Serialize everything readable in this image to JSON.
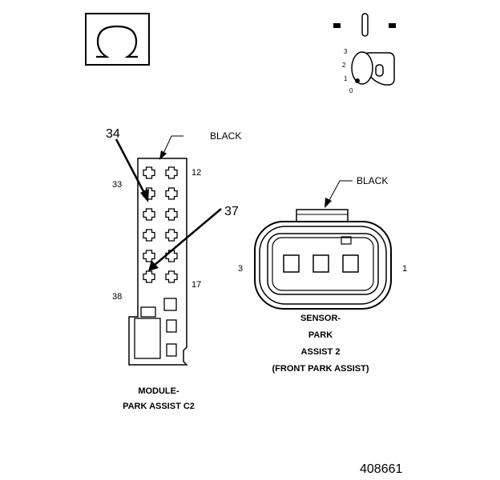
{
  "omega_icon": "omega-symbol-icon",
  "ignition_icon": "ignition-key-switch-icon",
  "ignition_positions": [
    "3",
    "2",
    "1",
    "0"
  ],
  "module_connector": {
    "wire_color_label": "BLACK",
    "pin_callouts": [
      "34",
      "37"
    ],
    "pin_numbers": {
      "top_left": "33",
      "top_right": "12",
      "bottom_left": "38",
      "bottom_right": "17"
    },
    "caption_line1": "MODULE-",
    "caption_line2": "PARK ASSIST C2"
  },
  "sensor_connector": {
    "wire_color_label": "BLACK",
    "pin_left": "3",
    "pin_right": "1",
    "caption_line1": "SENSOR-",
    "caption_line2": "PARK",
    "caption_line3": "ASSIST 2",
    "caption_line4": "(FRONT PARK ASSIST)"
  },
  "figure_id": "408661",
  "colors": {
    "line": "#000000",
    "background": "#ffffff"
  }
}
